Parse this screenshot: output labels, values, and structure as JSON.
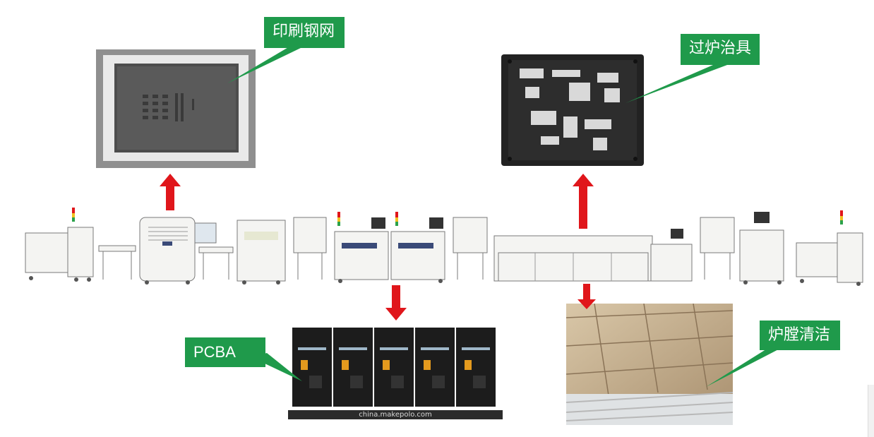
{
  "labels": {
    "stencil": "印刷钢网",
    "fixture": "过炉治具",
    "pcba": "PCBA",
    "oven_clean": "炉膛清洁"
  },
  "photo_captions": {
    "pcba_watermark": "china.makepolo.com"
  },
  "colors": {
    "label_bg": "#1f9a4b",
    "arrow": "#e0161b",
    "machine_body": "#f4f4f2",
    "machine_outline": "#7a7a7a",
    "screen": "#3a4a78"
  },
  "icons": {
    "arrow_up": "arrow-up-icon",
    "arrow_down": "arrow-down-icon"
  }
}
